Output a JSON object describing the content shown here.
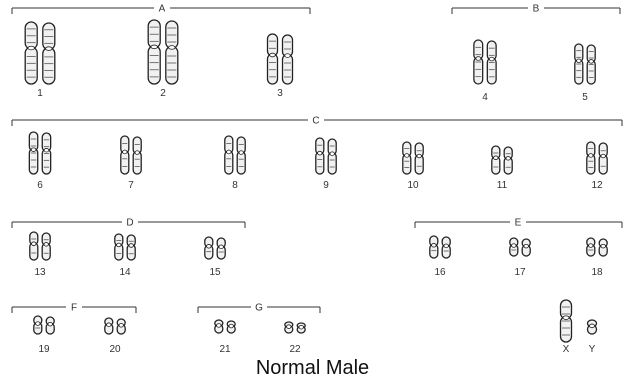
{
  "caption": "Normal Male",
  "groups": [
    {
      "label": "A",
      "chromosomes": [
        "1",
        "2",
        "3"
      ]
    },
    {
      "label": "B",
      "chromosomes": [
        "4",
        "5"
      ]
    },
    {
      "label": "C",
      "chromosomes": [
        "6",
        "7",
        "8",
        "9",
        "10",
        "11",
        "12"
      ]
    },
    {
      "label": "D",
      "chromosomes": [
        "13",
        "14",
        "15"
      ]
    },
    {
      "label": "E",
      "chromosomes": [
        "16",
        "17",
        "18"
      ]
    },
    {
      "label": "F",
      "chromosomes": [
        "19",
        "20"
      ]
    },
    {
      "label": "G",
      "chromosomes": [
        "21",
        "22"
      ]
    }
  ],
  "sex_chromosomes": [
    "X",
    "Y"
  ]
}
